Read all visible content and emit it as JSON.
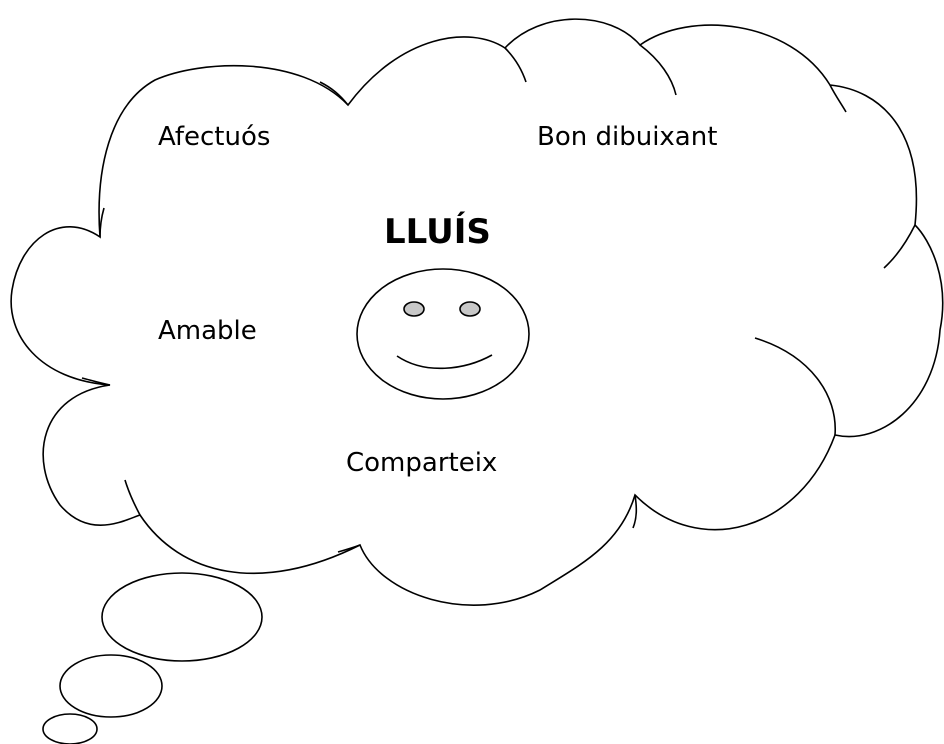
{
  "name": "LLUÍS",
  "traits": {
    "afectuos": "Afectuós",
    "bon_dibuixant": "Bon dibuixant",
    "amable": "Amable",
    "comparteix": "Comparteix"
  },
  "colors": {
    "stroke": "#000000",
    "eyes": "#c8c8c8",
    "background": "#ffffff"
  }
}
